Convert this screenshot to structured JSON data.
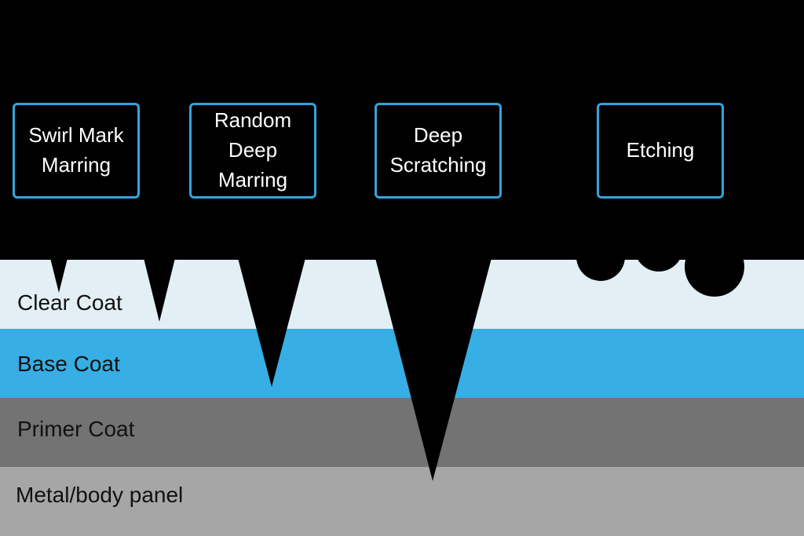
{
  "colors": {
    "background": "#000000",
    "clear_coat": "#e2eff4",
    "base_coat": "#37aee4",
    "primer_coat": "#737373",
    "metal_panel": "#a6a6a6",
    "box_border": "#36a3d9",
    "box_text": "#ffffff",
    "layer_text": "#111111"
  },
  "layers": {
    "clear_coat": "Clear Coat",
    "base_coat": "Base Coat",
    "primer_coat": "Primer Coat",
    "metal_panel": "Metal/body panel"
  },
  "defects": {
    "swirl": "Swirl Mark\nMarring",
    "random_deep": "Random\nDeep\nMarring",
    "deep_scratching": "Deep\nScratching",
    "etching": "Etching"
  }
}
